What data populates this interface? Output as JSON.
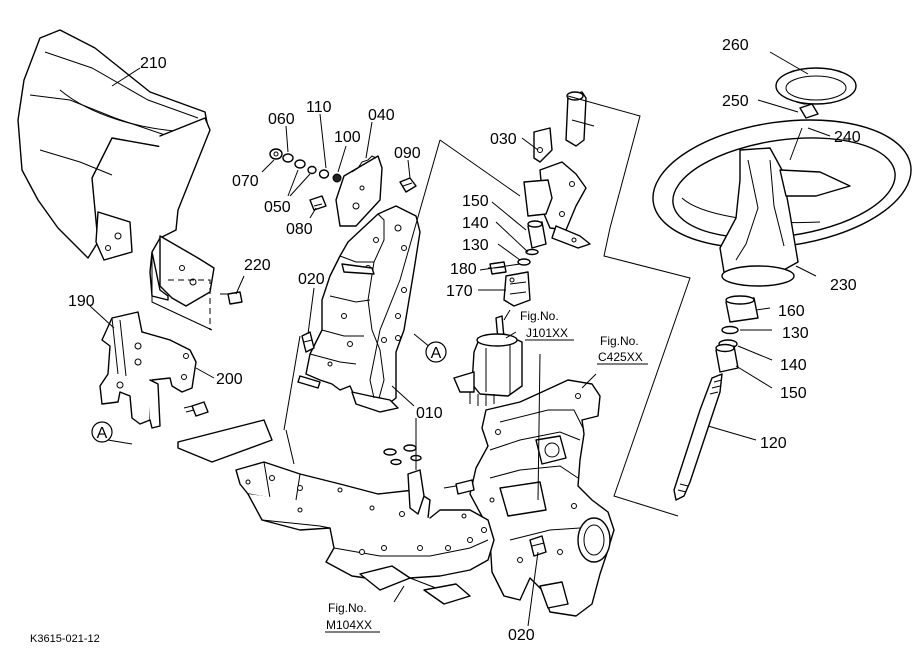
{
  "diagram": {
    "drawing_code": "K3615-021-12",
    "reference_marker": "A",
    "part_labels": {
      "p210": "210",
      "p110": "110",
      "p060": "060",
      "p040": "040",
      "p100": "100",
      "p090": "090",
      "p070": "070",
      "p050": "050",
      "p080": "080",
      "p220": "220",
      "p020_top": "020",
      "p190": "190",
      "p200": "200",
      "p010": "010",
      "p030": "030",
      "p150_a": "150",
      "p140_a": "140",
      "p130_a": "130",
      "p180": "180",
      "p170": "170",
      "p260": "260",
      "p250": "250",
      "p240": "240",
      "p230": "230",
      "p160": "160",
      "p130_b": "130",
      "p140_b": "140",
      "p150_b": "150",
      "p120": "120",
      "p020_bottom": "020"
    },
    "figure_refs": [
      {
        "prefix": "Fig.No.",
        "code": "J101XX"
      },
      {
        "prefix": "Fig.No.",
        "code": "C425XX"
      },
      {
        "prefix": "Fig.No.",
        "code": "M104XX"
      }
    ]
  }
}
